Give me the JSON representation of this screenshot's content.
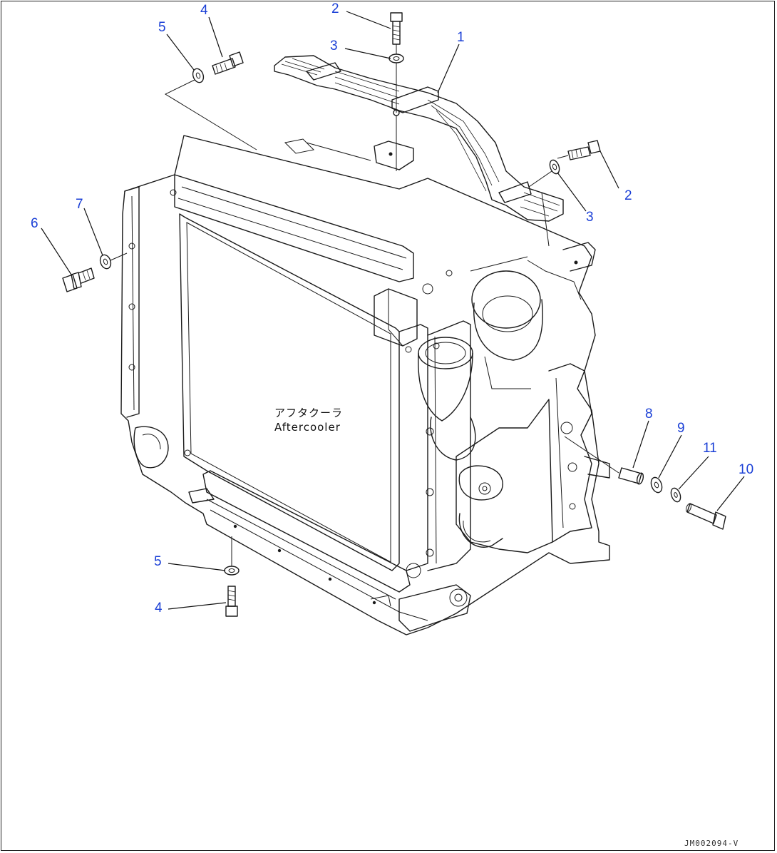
{
  "diagram": {
    "component_label_jp": "アフタクーラ",
    "component_label_en": "Aftercooler",
    "drawing_code": "JM002094-V"
  },
  "callouts": [
    {
      "id": "c1",
      "number": "1"
    },
    {
      "id": "c2a",
      "number": "2"
    },
    {
      "id": "c2b",
      "number": "2"
    },
    {
      "id": "c3a",
      "number": "3"
    },
    {
      "id": "c3b",
      "number": "3"
    },
    {
      "id": "c4a",
      "number": "4"
    },
    {
      "id": "c4b",
      "number": "4"
    },
    {
      "id": "c5a",
      "number": "5"
    },
    {
      "id": "c5b",
      "number": "5"
    },
    {
      "id": "c6",
      "number": "6"
    },
    {
      "id": "c7",
      "number": "7"
    },
    {
      "id": "c8",
      "number": "8"
    },
    {
      "id": "c9",
      "number": "9"
    },
    {
      "id": "c10",
      "number": "10"
    },
    {
      "id": "c11",
      "number": "11"
    }
  ],
  "colors": {
    "callout": "#1a3fd6",
    "line": "#1a1a1a",
    "background": "#ffffff"
  }
}
